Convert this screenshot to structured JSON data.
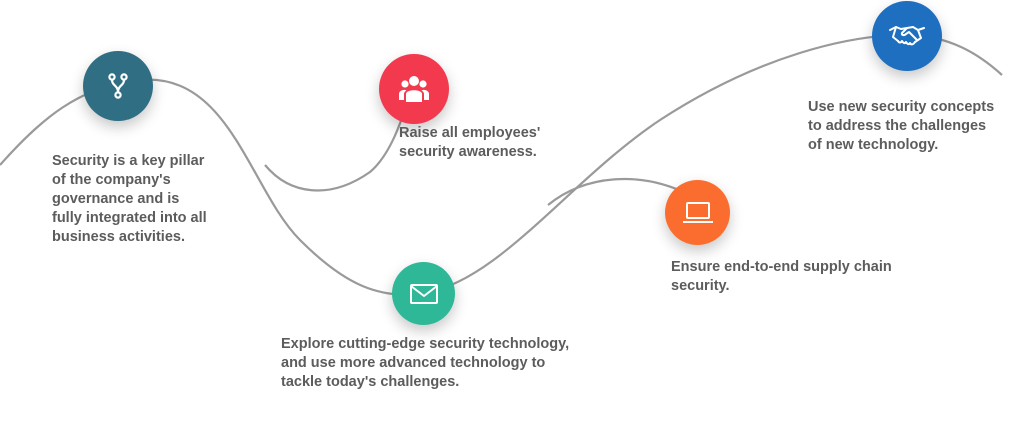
{
  "steps": [
    {
      "icon": "branch-icon",
      "color": "#2f6e83",
      "text": "Security is a key pillar\nof the company's\ngovernance and is\nfully integrated into all\nbusiness activities."
    },
    {
      "icon": "people-icon",
      "color": "#f2394e",
      "text": "Raise all employees'\nsecurity awareness."
    },
    {
      "icon": "envelope-icon",
      "color": "#2eb898",
      "text": "Explore cutting-edge security technology,\nand use more advanced technology to\ntackle today's challenges."
    },
    {
      "icon": "laptop-icon",
      "color": "#fb6d2e",
      "text": "Ensure end-to-end supply chain\nsecurity."
    },
    {
      "icon": "handshake-icon",
      "color": "#1f6fc0",
      "text": "Use new security concepts\nto address the challenges\nof new technology."
    }
  ],
  "line_color": "#9a9a9a",
  "text_color": "#5c5c5c"
}
